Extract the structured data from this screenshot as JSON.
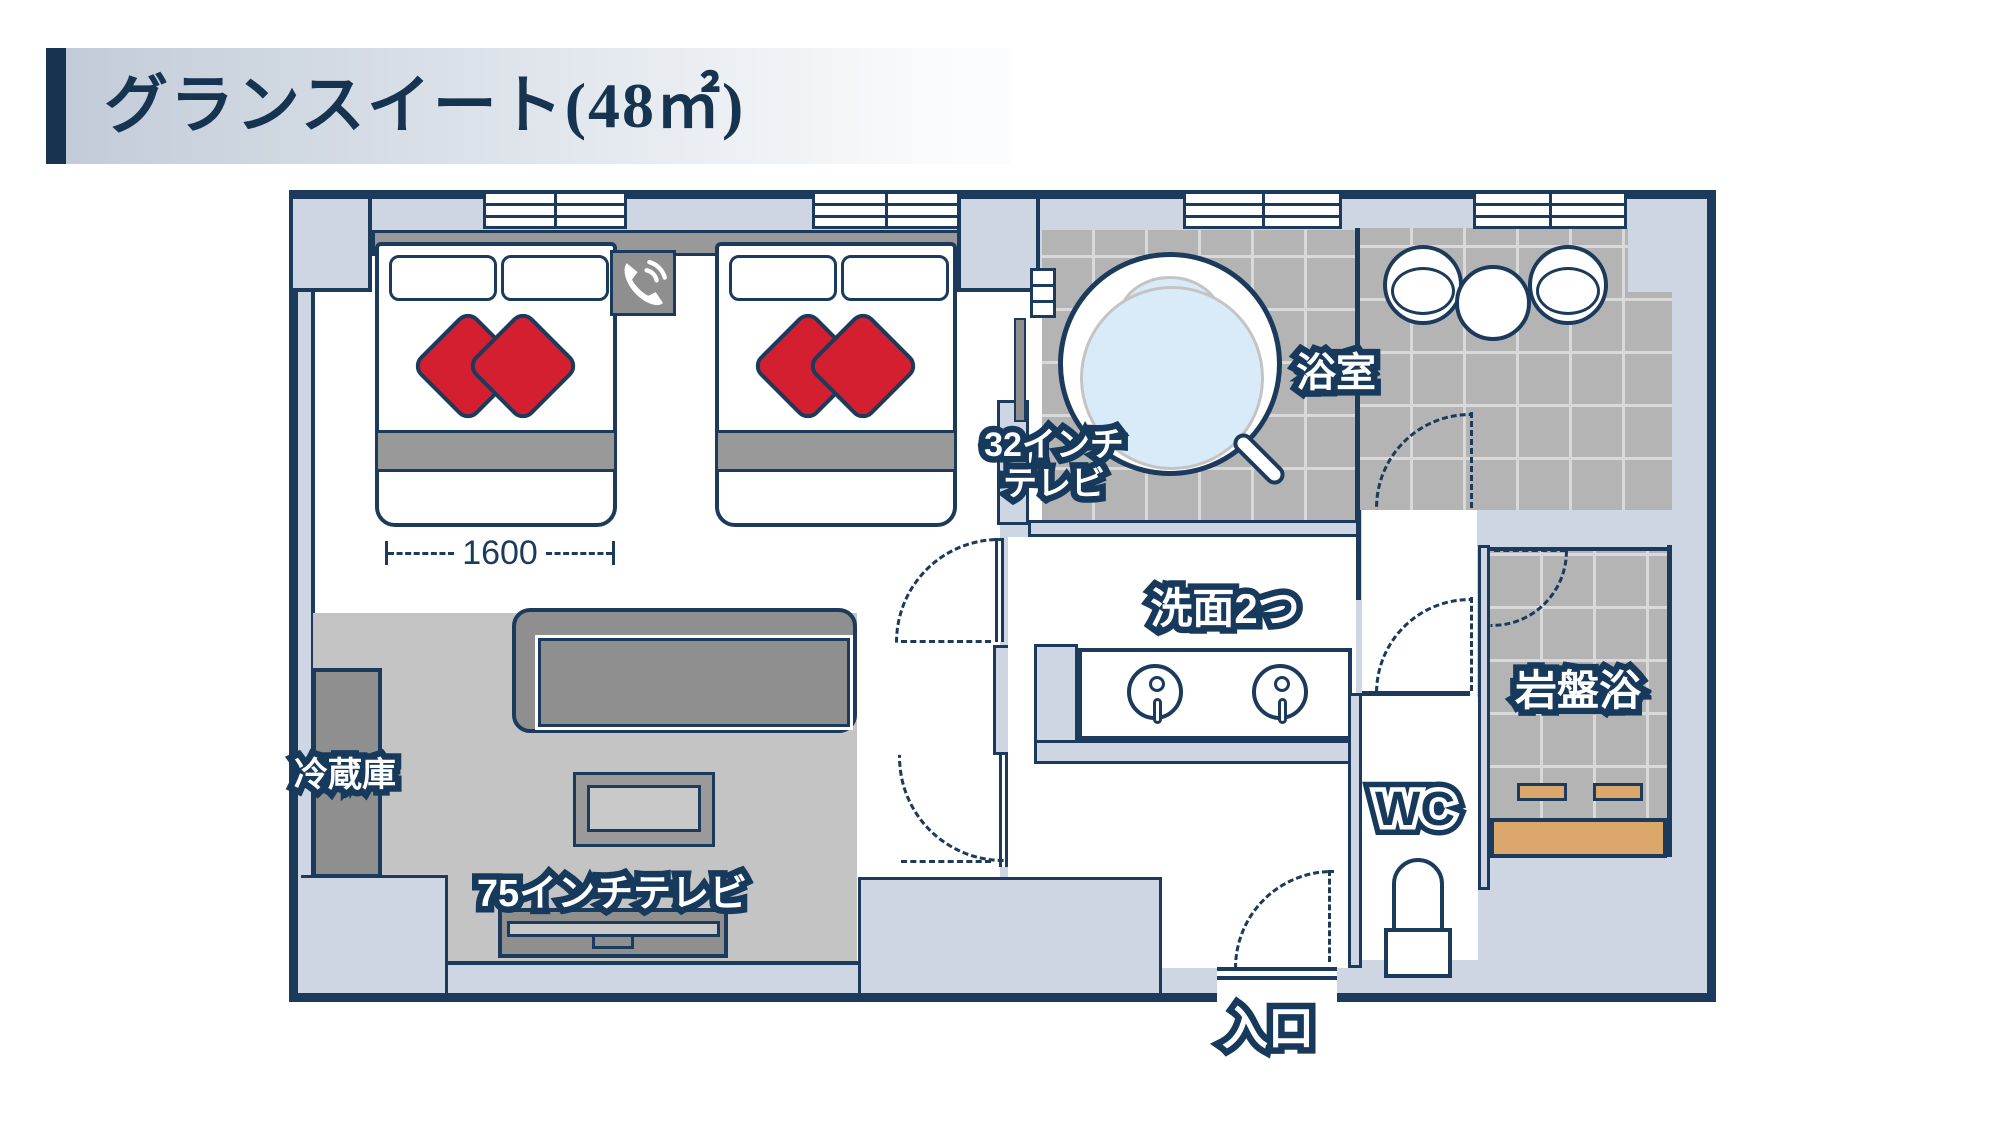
{
  "header": {
    "title": "グランスイート(48㎡)"
  },
  "plan": {
    "labels": {
      "bathroom": "浴室",
      "tv32": "32インチ\nテレビ",
      "washbasin": "洗面2つ",
      "wc": "WC",
      "ganbanyoku": "岩盤浴",
      "fridge": "冷蔵庫",
      "tv75": "75インチテレビ",
      "entrance": "入口",
      "bed_width": "1600"
    },
    "icons": {
      "phone": "phone-icon"
    },
    "colors": {
      "wall_navy": "#1b3a5c",
      "wall_fill": "#cdd6e2",
      "tile_gray": "#b4b4b4",
      "furniture_gray": "#8f8f8f",
      "carpet_gray": "#c4c4c4",
      "cushion_red": "#d31f2f",
      "water_blue": "#d9eaf8",
      "stone_tan": "#dca76b",
      "title_navy": "#16334f"
    }
  }
}
